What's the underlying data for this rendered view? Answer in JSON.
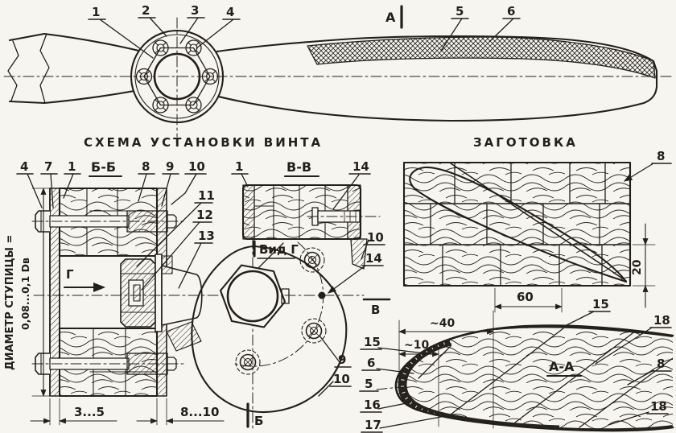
{
  "titles": {
    "scheme": "СХЕМА УСТАНОВКИ ВИНТА",
    "blank": "ЗАГОТОВКА"
  },
  "section_labels": {
    "bb": "Б-Б",
    "vv": "В-В",
    "view_g": "Вид Г",
    "aa": "А-А"
  },
  "markers": {
    "a": "А",
    "b": "Б",
    "v": "В",
    "g": "Г"
  },
  "dimensions": {
    "hub_diameter_label": "ДИАМЕТР СТУПИЦЫ =",
    "hub_diameter_value": "0,08...0,1 Dв",
    "front_plate": "3...5",
    "rear_plate": "8...10",
    "blank_width": "60",
    "blank_layer": "20",
    "chord_front": "~40",
    "chord_tip": "~10"
  },
  "callouts": {
    "c1": "1",
    "c2": "2",
    "c3": "3",
    "c4": "4",
    "c5": "5",
    "c6": "6",
    "c7": "7",
    "c8": "8",
    "c9": "9",
    "c10": "10",
    "c11": "11",
    "c12": "12",
    "c13": "13",
    "c14": "14",
    "c15": "15",
    "c16": "16",
    "c17": "17",
    "c18": "18"
  },
  "colors": {
    "paper": "#f7f5f0",
    "ink": "#221f1c"
  }
}
